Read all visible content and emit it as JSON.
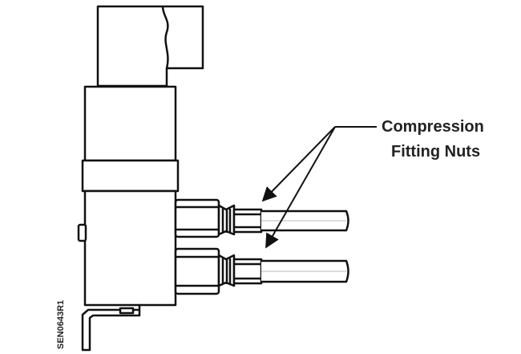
{
  "callout": {
    "line1": "Compression",
    "line2": "Fitting Nuts"
  },
  "figure_code": "SEN0643R1"
}
